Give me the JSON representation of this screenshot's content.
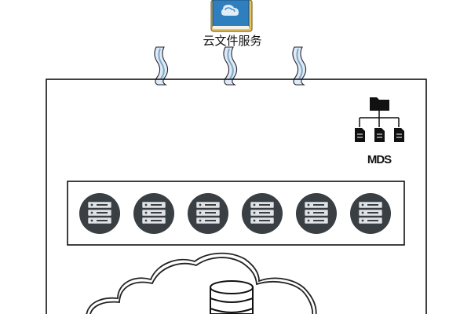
{
  "cloud_service": {
    "label": "云文件服务",
    "icon": "cloud-file-service-icon"
  },
  "links": {
    "count": 3,
    "color": "#a8c8e0"
  },
  "mds": {
    "label": "MDS",
    "icon": "folder-hierarchy-icon"
  },
  "server_rack": {
    "server_count": 6,
    "icon": "server-icon"
  },
  "storage": {
    "icon": "database-icon",
    "container": "cloud-outline"
  },
  "colors": {
    "server_fill": "#3a3f44",
    "folder": "#111111",
    "book_blue": "#2f7fbf",
    "book_cover": "#e8c25a"
  }
}
